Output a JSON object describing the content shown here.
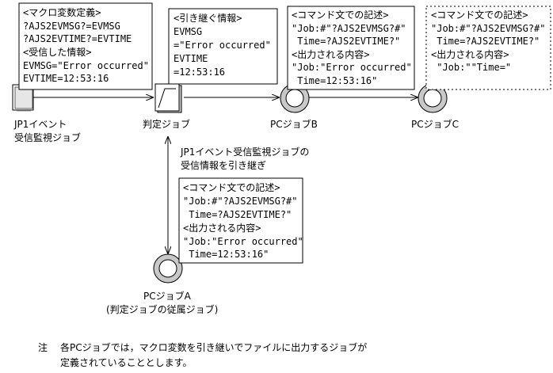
{
  "box_jp1": {
    "lines": [
      "<マクロ変数定義>",
      "?AJS2EVMSG?=EVMSG",
      "?AJS2EVTIME?=EVTIME",
      "<受信した情報>",
      "EVMSG=\"Error occurred\"",
      "EVTIME=12:53:16"
    ]
  },
  "box_judge": {
    "lines": [
      "<引き継ぐ情報>",
      "EVMSG",
      "=\"Error occurred\"",
      "EVTIME",
      "=12:53:16"
    ]
  },
  "box_pcb": {
    "lines": [
      "<コマンド文での記述>",
      "\"Job:#\"?AJS2EVMSG?#\"",
      " Time=?AJS2EVTIME?\"",
      "<出力される内容>",
      "\"Job:\"Error occurred\"",
      " Time=12:53:16\""
    ]
  },
  "box_pcc": {
    "lines": [
      "<コマンド文での記述>",
      "\"Job:#\"?AJS2EVMSG?#\"",
      " Time=?AJS2EVTIME?\"",
      "<出力される内容>",
      " \"Job:\"\"Time=\""
    ]
  },
  "box_pca": {
    "lines": [
      "<コマンド文での記述>",
      "\"Job:#\"?AJS2EVMSG?#\"",
      " Time=?AJS2EVTIME?\"",
      "<出力される内容>",
      "\"Job:\"Error occurred\"",
      " Time=12:53:16\""
    ]
  },
  "labels": {
    "jp1_line1": "JP1イベント",
    "jp1_line2": "受信監視ジョブ",
    "judge": "判定ジョブ",
    "pcb": "PCジョブB",
    "pcc": "PCジョブC",
    "pca_line1": "PCジョブA",
    "pca_line2": "(判定ジョブの従属ジョブ)",
    "inherit_line1": "JP1イベント受信監視ジョブの",
    "inherit_line2": "受信情報を引き継ぎ"
  },
  "note": {
    "marker": "注",
    "line1": "各PCジョブでは，マクロ変数を引き継いでファイルに出力するジョブが",
    "line2": "定義されていることとします。"
  }
}
